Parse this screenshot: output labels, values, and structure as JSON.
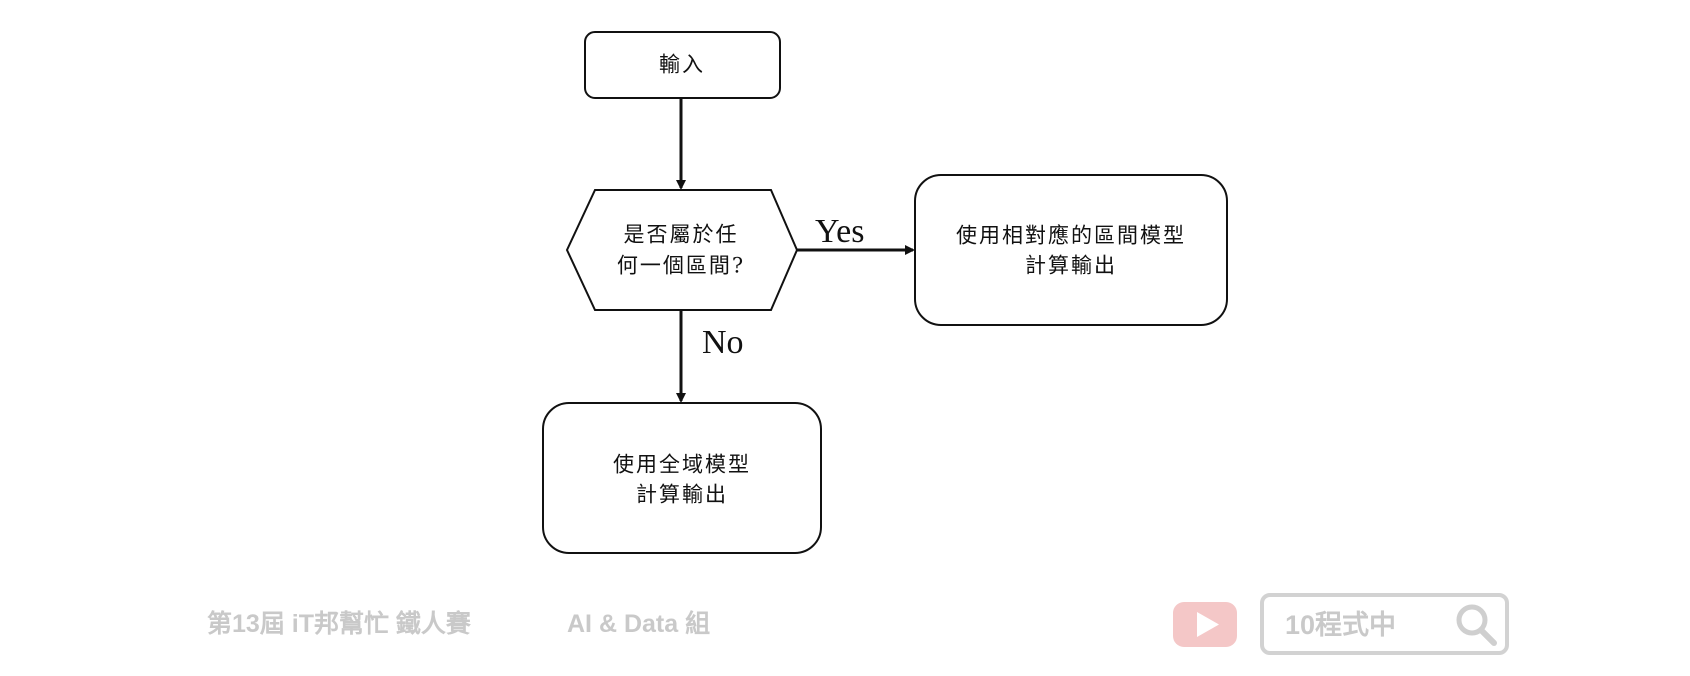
{
  "flowchart": {
    "input_node": {
      "label": "輸入"
    },
    "decision_node": {
      "lines": [
        "是否屬於任",
        "何一個區間?"
      ]
    },
    "yes_node": {
      "lines": [
        "使用相對應的區間模型",
        "計算輸出"
      ]
    },
    "no_node": {
      "lines": [
        "使用全域模型",
        "計算輸出"
      ]
    },
    "yes_label": "Yes",
    "no_label": "No"
  },
  "footer": {
    "event": "第13屆 iT邦幫忙 鐵人賽",
    "group": "AI & Data 組",
    "youtube_icon": "youtube-play-icon",
    "search": {
      "text": "10程式中",
      "icon": "search-icon"
    }
  },
  "colors": {
    "stroke": "#111111",
    "footer_gray": "#c9c9c9",
    "youtube_pink": "#f4c7c7"
  }
}
